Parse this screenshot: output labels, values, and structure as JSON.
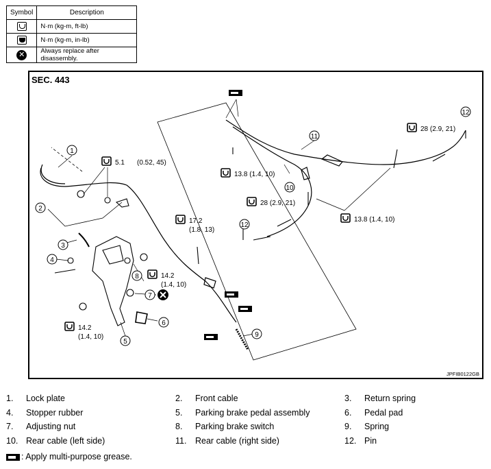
{
  "symbol_table": {
    "header_symbol": "Symbol",
    "header_description": "Description",
    "rows": [
      {
        "icon": "torque-wrench-icon",
        "desc": "N·m (kg-m, ft-lb)"
      },
      {
        "icon": "torque-wrench-filled-icon",
        "desc": "N·m (kg-m, in-lb)"
      },
      {
        "icon": "always-replace-icon",
        "desc": "Always replace after disassembly."
      }
    ]
  },
  "diagram": {
    "section": "SEC. 443",
    "image_code": "JPFIB0122GB",
    "callouts": [
      "1",
      "2",
      "3",
      "4",
      "5",
      "6",
      "7",
      "8",
      "9",
      "10",
      "11",
      "12",
      "12"
    ],
    "torque_specs": [
      {
        "value": "5.1",
        "sub": "(0.52, 45)"
      },
      {
        "value": "17.2",
        "sub": "(1.8, 13)"
      },
      {
        "value": "14.2",
        "sub": "(1.4, 10)"
      },
      {
        "value": "14.2",
        "sub": "(1.4, 10)"
      },
      {
        "value": "13.8 (1.4, 10)",
        "sub": ""
      },
      {
        "value": "28 (2.9, 21)",
        "sub": ""
      },
      {
        "value": "13.8 (1.4, 10)",
        "sub": ""
      },
      {
        "value": "28 (2.9, 21)",
        "sub": ""
      }
    ]
  },
  "legend": [
    {
      "num": "1.",
      "name": "Lock plate"
    },
    {
      "num": "2.",
      "name": "Front cable"
    },
    {
      "num": "3.",
      "name": "Return spring"
    },
    {
      "num": "4.",
      "name": "Stopper rubber"
    },
    {
      "num": "5.",
      "name": "Parking brake pedal assembly"
    },
    {
      "num": "6.",
      "name": "Pedal pad"
    },
    {
      "num": "7.",
      "name": "Adjusting nut"
    },
    {
      "num": "8.",
      "name": "Parking brake switch"
    },
    {
      "num": "9.",
      "name": "Spring"
    },
    {
      "num": "10.",
      "name": "Rear cable (left side)"
    },
    {
      "num": "11.",
      "name": "Rear cable (right side)"
    },
    {
      "num": "12.",
      "name": "Pin"
    }
  ],
  "grease_note": ": Apply multi-purpose grease."
}
